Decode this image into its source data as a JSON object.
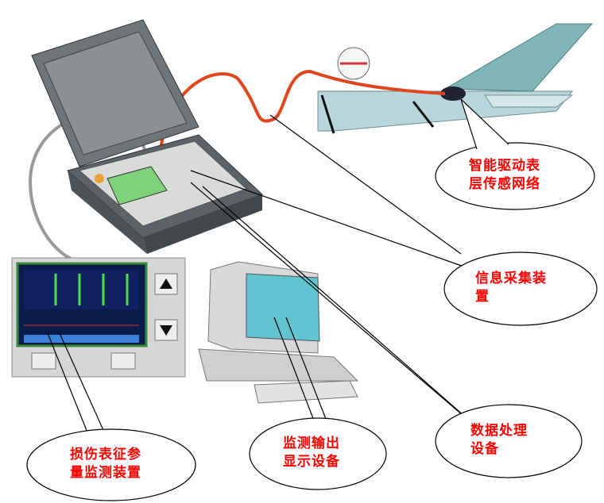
{
  "labels": {
    "sensor_network": [
      "智能驱动表",
      "层传感网络"
    ],
    "acquisition": [
      "信息采集装",
      "置"
    ],
    "processing": [
      "数据处理",
      "设备"
    ],
    "display": [
      "监测输出",
      "显示设备"
    ],
    "monitor": [
      "损伤表征参",
      "量监测装置"
    ]
  },
  "colors": {
    "label": "#ff0000",
    "cable": "#e0461c",
    "screen": "#7ed37a",
    "tail": "#a9cfd3"
  }
}
